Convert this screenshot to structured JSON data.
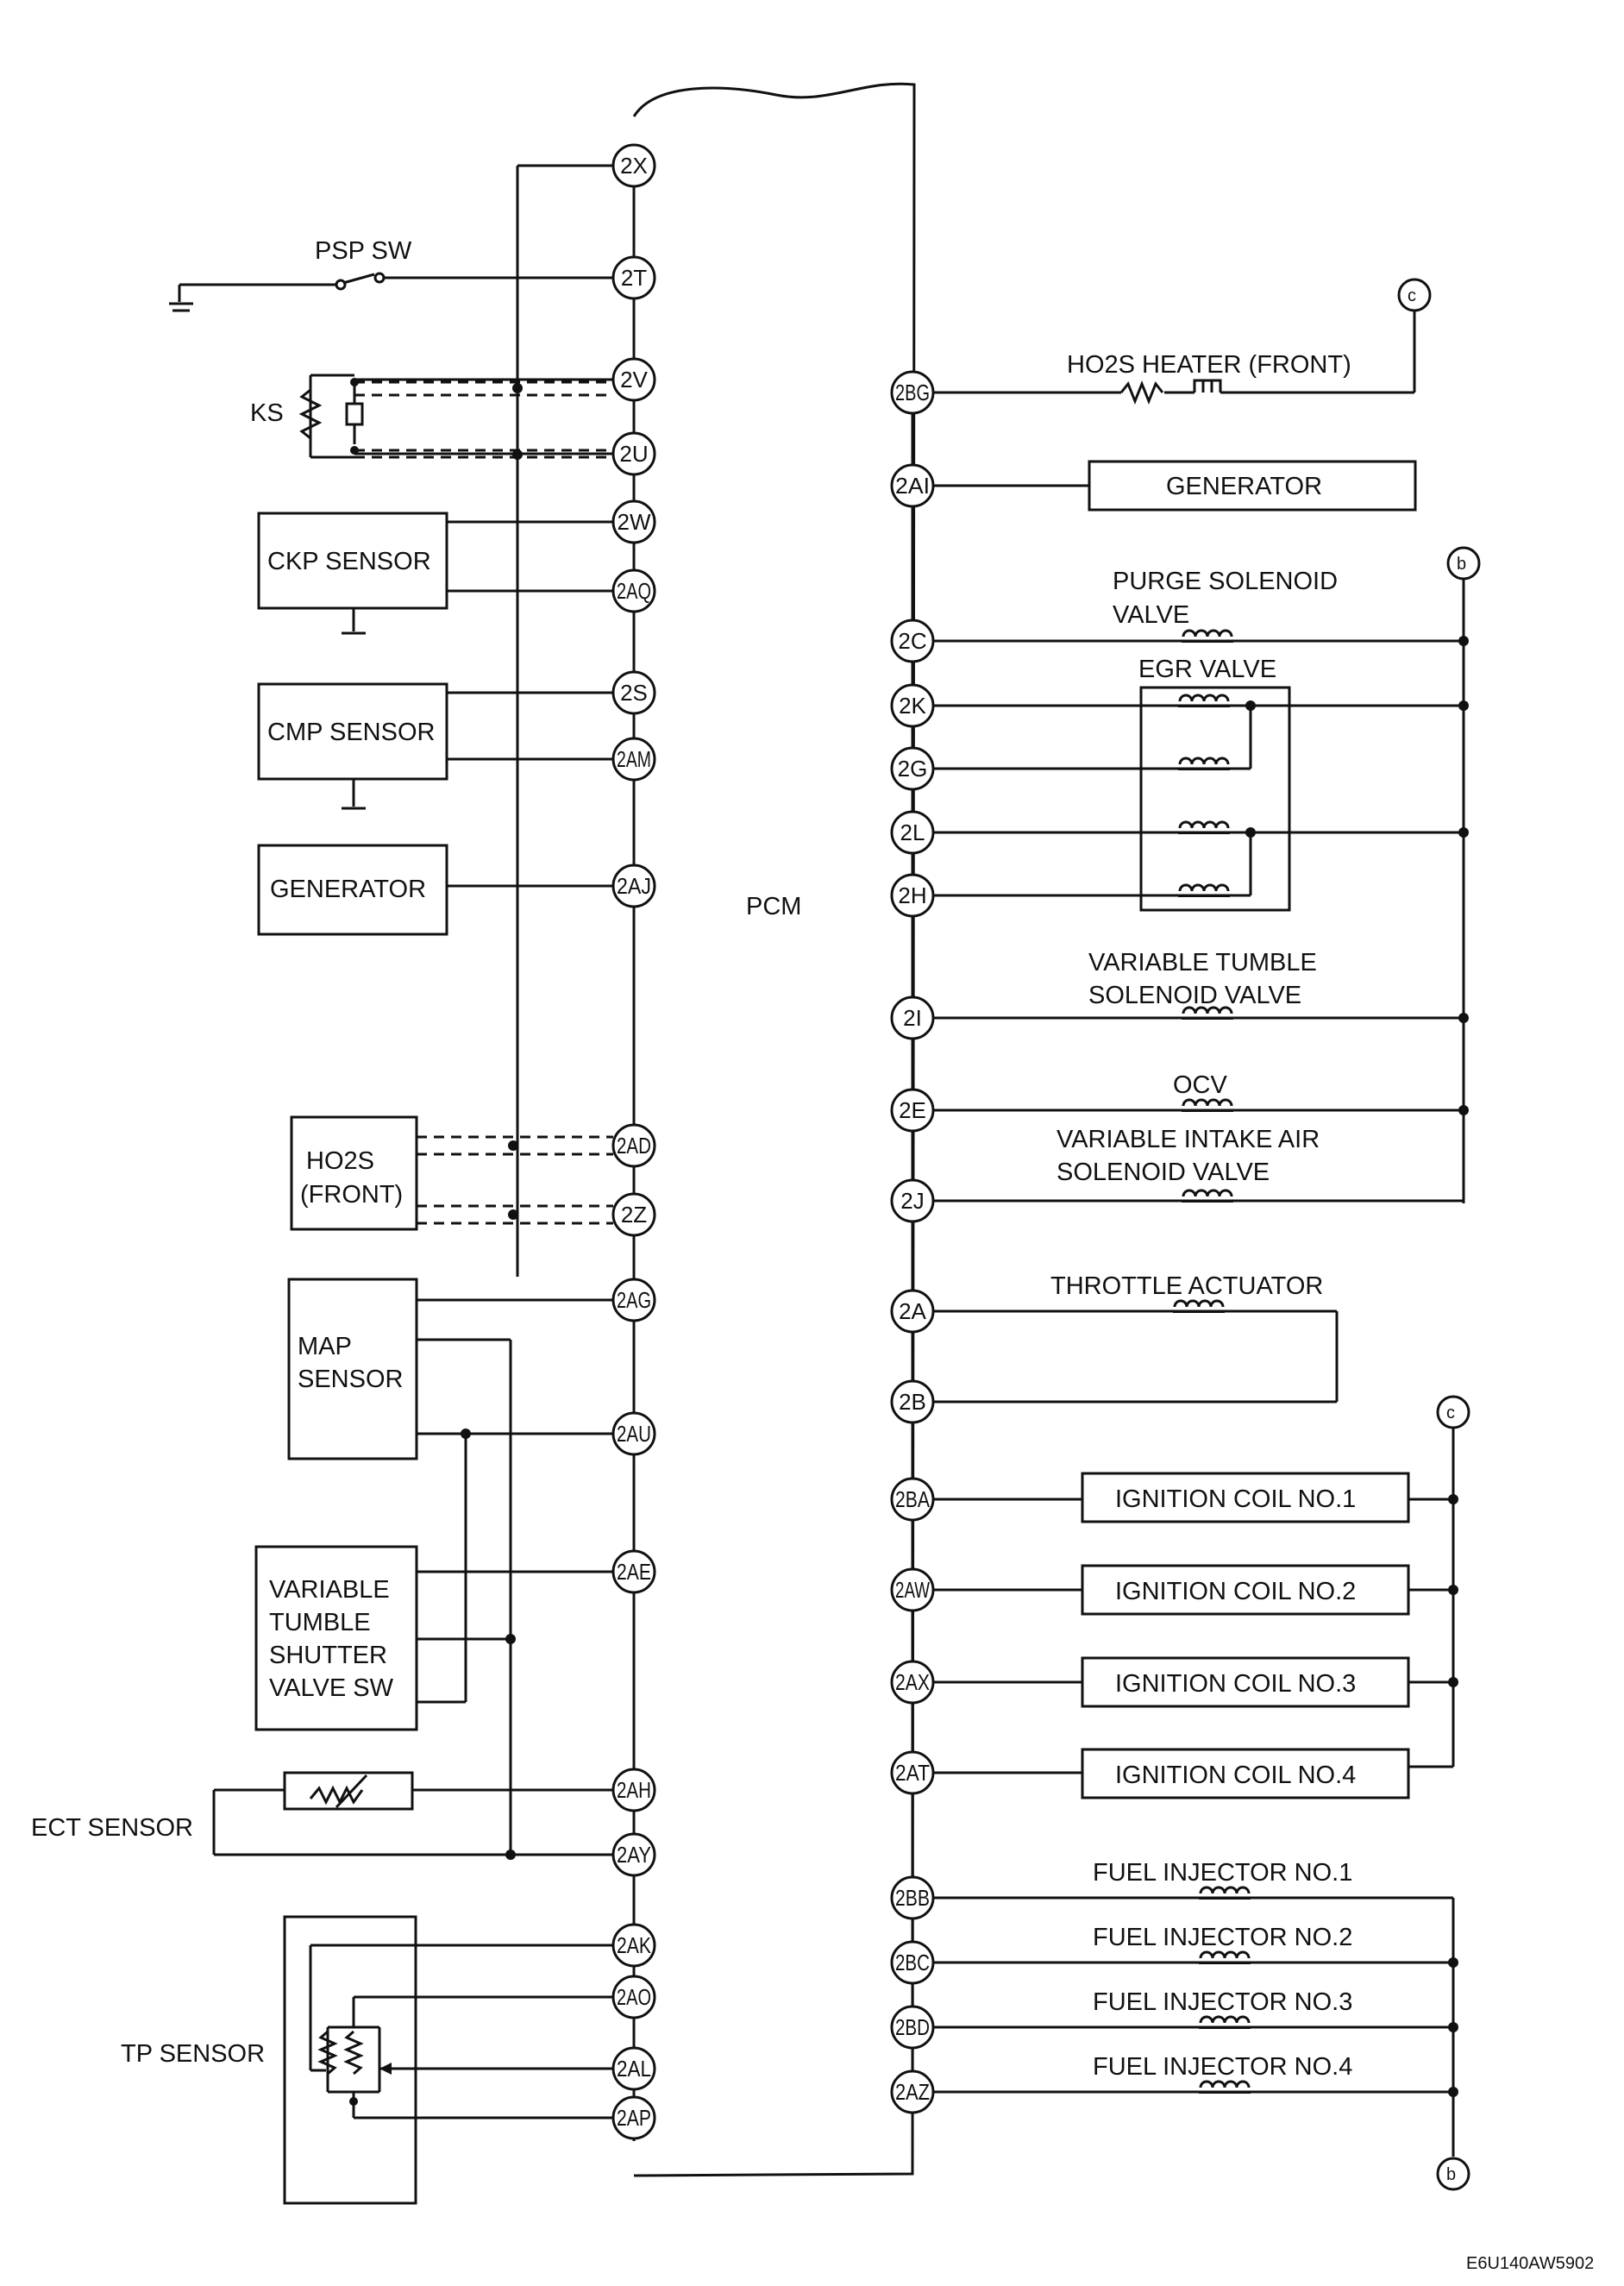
{
  "module_label": "PCM",
  "figure_code": "E6U140AW5902",
  "ref_b": "b",
  "ref_c": "c",
  "left_pins": [
    "2X",
    "2T",
    "2V",
    "2U",
    "2W",
    "2AQ",
    "2S",
    "2AM",
    "2AJ",
    "2AD",
    "2Z",
    "2AG",
    "2AU",
    "2AE",
    "2AH",
    "2AY",
    "2AK",
    "2AO",
    "2AL",
    "2AP"
  ],
  "right_pins": [
    "2BG",
    "2AI",
    "2C",
    "2K",
    "2G",
    "2L",
    "2H",
    "2I",
    "2E",
    "2J",
    "2A",
    "2B",
    "2BA",
    "2AW",
    "2AX",
    "2AT",
    "2BB",
    "2BC",
    "2BD",
    "2AZ"
  ],
  "left_components": {
    "psp_sw": "PSP SW",
    "ks": "KS",
    "ckp_sensor": "CKP SENSOR",
    "cmp_sensor": "CMP SENSOR",
    "generator": "GENERATOR",
    "ho2s_line1": "HO2S",
    "ho2s_line2": "(FRONT)",
    "map_line1": "MAP",
    "map_line2": "SENSOR",
    "vts_line1": "VARIABLE",
    "vts_line2": "TUMBLE",
    "vts_line3": "SHUTTER",
    "vts_line4": "VALVE SW",
    "ect_sensor": "ECT SENSOR",
    "tp_sensor": "TP SENSOR"
  },
  "right_components": {
    "ho2s_heater": "HO2S HEATER (FRONT)",
    "generator": "GENERATOR",
    "purge_line1": "PURGE SOLENOID",
    "purge_line2": "VALVE",
    "egr_valve": "EGR VALVE",
    "vt_line1": "VARIABLE TUMBLE",
    "vt_line2": "SOLENOID VALVE",
    "ocv": "OCV",
    "via_line1": "VARIABLE INTAKE AIR",
    "via_line2": "SOLENOID VALVE",
    "throttle_actuator": "THROTTLE ACTUATOR",
    "ignition_coils": [
      "IGNITION COIL NO.1",
      "IGNITION COIL NO.2",
      "IGNITION COIL NO.3",
      "IGNITION COIL NO.4"
    ],
    "fuel_injectors": [
      "FUEL INJECTOR NO.1",
      "FUEL INJECTOR NO.2",
      "FUEL INJECTOR NO.3",
      "FUEL INJECTOR NO.4"
    ]
  }
}
